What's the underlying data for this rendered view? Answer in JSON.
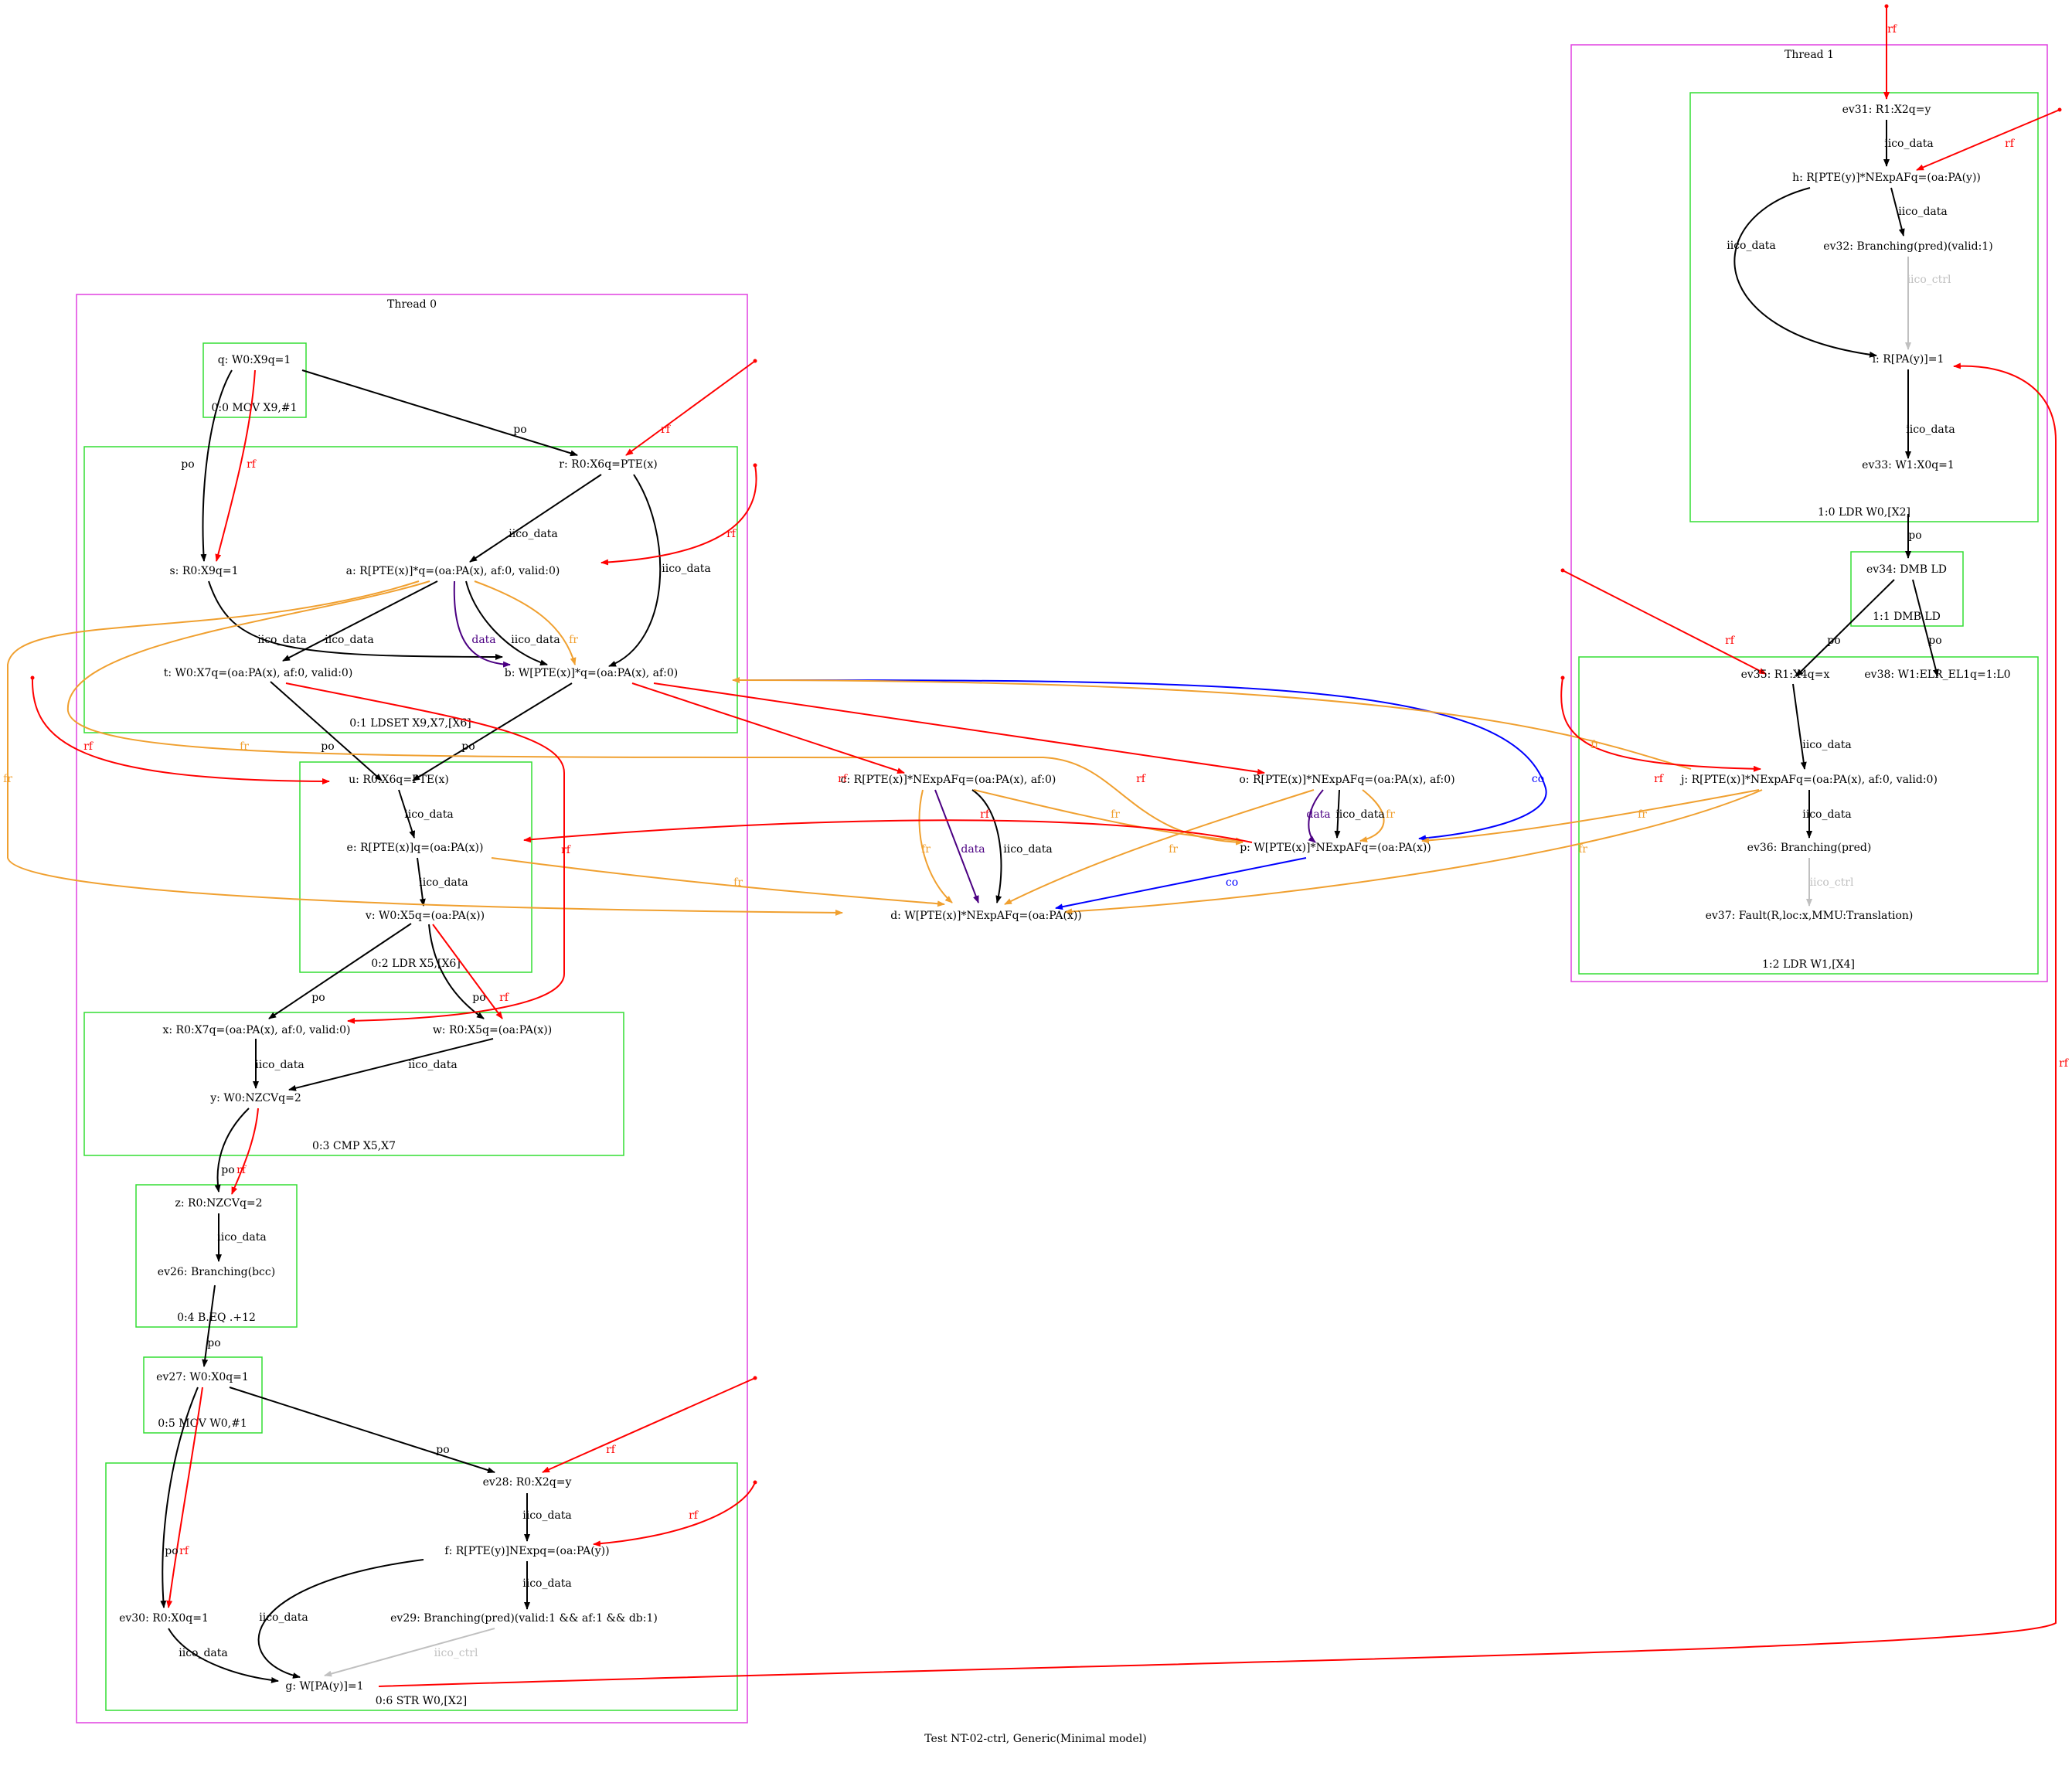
{
  "caption": "Test NT-02-ctrl, Generic(Minimal model)",
  "colors": {
    "po": "#000000",
    "rf": "#ff0000",
    "fr": "#f0a030",
    "co": "#0000ff",
    "data": "#4b0082",
    "ctrl": "#c0c0c0",
    "thread": "#e040e0",
    "instr": "#33dd33"
  },
  "threads": [
    {
      "title": "Thread 0"
    },
    {
      "title": "Thread 1"
    }
  ],
  "instructions": [
    "0:0 MOV X9,#1",
    "0:1 LDSET X9,X7,[X6]",
    "0:2 LDR X5,[X6]",
    "0:3 CMP X5,X7",
    "0:4 B.EQ .+12",
    "0:5 MOV W0,#1",
    "0:6 STR W0,[X2]",
    "1:0 LDR W0,[X2]",
    "1:1 DMB LD",
    "1:2 LDR W1,[X4]"
  ],
  "nodes": {
    "q": "q: W0:X9q=1",
    "r": "r: R0:X6q=PTE(x)",
    "s": "s: R0:X9q=1",
    "a": "a: R[PTE(x)]*q=(oa:PA(x), af:0, valid:0)",
    "t": "t: W0:X7q=(oa:PA(x), af:0, valid:0)",
    "b": "b: W[PTE(x)]*q=(oa:PA(x), af:0)",
    "u": "u: R0:X6q=PTE(x)",
    "e": "e: R[PTE(x)]q=(oa:PA(x))",
    "v": "v: W0:X5q=(oa:PA(x))",
    "x": "x: R0:X7q=(oa:PA(x), af:0, valid:0)",
    "w": "w: R0:X5q=(oa:PA(x))",
    "y": "y: W0:NZCVq=2",
    "z": "z: R0:NZCVq=2",
    "ev26": "ev26: Branching(bcc)",
    "ev27": "ev27: W0:X0q=1",
    "ev28": "ev28: R0:X2q=y",
    "f": "f: R[PTE(y)]NExpq=(oa:PA(y))",
    "ev29": "ev29: Branching(pred)(valid:1 && af:1 && db:1)",
    "ev30": "ev30: R0:X0q=1",
    "g": "g: W[PA(y)]=1",
    "c": "c: R[PTE(x)]*NExpAFq=(oa:PA(x), af:0)",
    "o": "o: R[PTE(x)]*NExpAFq=(oa:PA(x), af:0)",
    "p": "p: W[PTE(x)]*NExpAFq=(oa:PA(x))",
    "d": "d: W[PTE(x)]*NExpAFq=(oa:PA(x))",
    "ev31": "ev31: R1:X2q=y",
    "h": "h: R[PTE(y)]*NExpAFq=(oa:PA(y))",
    "ev32": "ev32: Branching(pred)(valid:1)",
    "i": "i: R[PA(y)]=1",
    "ev33": "ev33: W1:X0q=1",
    "ev34": "ev34: DMB LD",
    "ev35": "ev35: R1:X4q=x",
    "ev38": "ev38: W1:ELR_EL1q=1:L0",
    "j": "j: R[PTE(x)]*NExpAFq=(oa:PA(x), af:0, valid:0)",
    "ev36": "ev36: Branching(pred)",
    "ev37": "ev37: Fault(R,loc:x,MMU:Translation)"
  },
  "edge_labels": {
    "po": "po",
    "rf": "rf",
    "fr": "fr",
    "co": "co",
    "data": "data",
    "iico_data": "iico_data",
    "iico_ctrl": "iico_ctrl"
  }
}
